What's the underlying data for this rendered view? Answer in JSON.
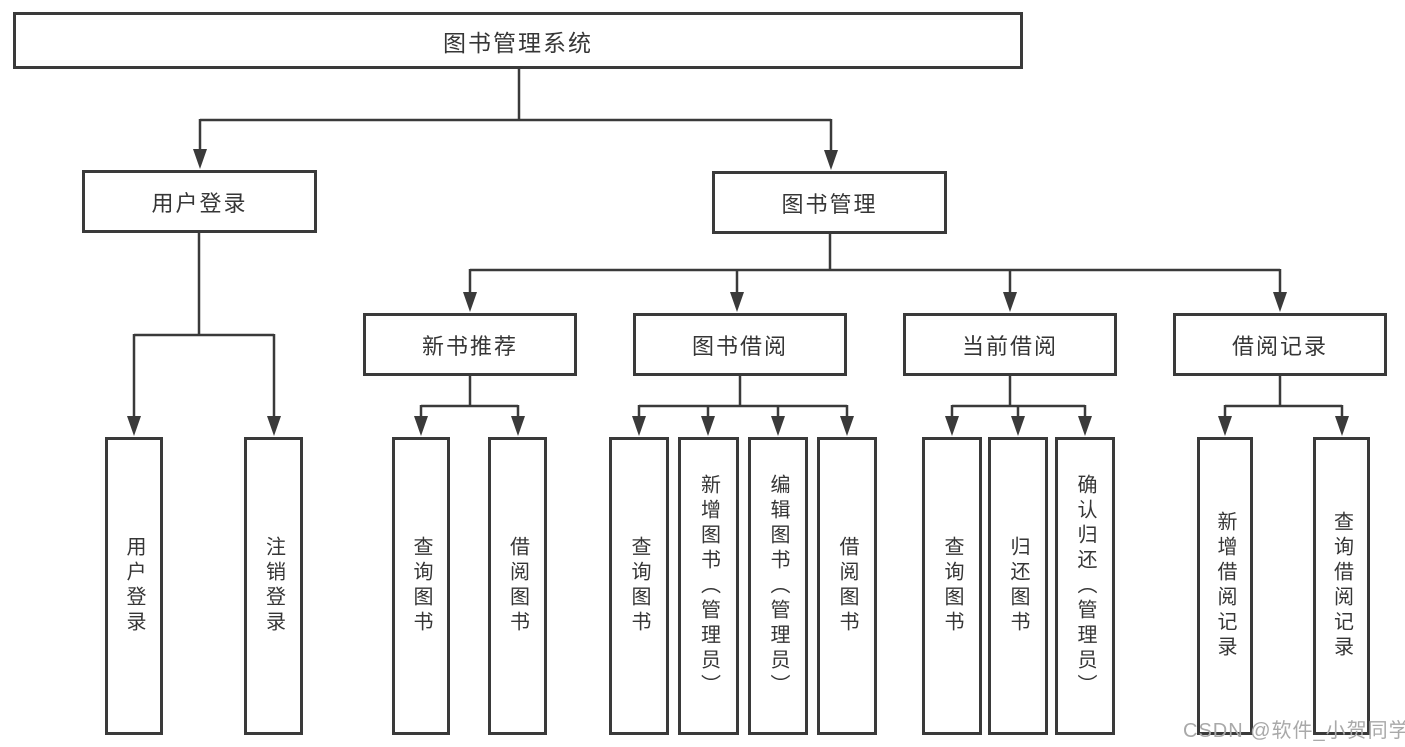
{
  "root": {
    "label": "图书管理系统"
  },
  "user_login": {
    "label": "用户登录",
    "children": [
      {
        "label": "用户登录"
      },
      {
        "label": "注销登录"
      }
    ]
  },
  "book_mgmt": {
    "label": "图书管理",
    "sections": [
      {
        "label": "新书推荐",
        "children": [
          {
            "label": "查询图书"
          },
          {
            "label": "借阅图书"
          }
        ]
      },
      {
        "label": "图书借阅",
        "children": [
          {
            "label": "查询图书"
          },
          {
            "label": "新增图书（管理员）"
          },
          {
            "label": "编辑图书（管理员）"
          },
          {
            "label": "借阅图书"
          }
        ]
      },
      {
        "label": "当前借阅",
        "children": [
          {
            "label": "查询图书"
          },
          {
            "label": "归还图书"
          },
          {
            "label": "确认归还（管理员）"
          }
        ]
      },
      {
        "label": "借阅记录",
        "children": [
          {
            "label": "新增借阅记录"
          },
          {
            "label": "查询借阅记录"
          }
        ]
      }
    ]
  },
  "watermark": {
    "text": "CSDN @软件_小贺同学"
  },
  "colors": {
    "line": "#3a3a3a",
    "box_border": "#3a3a3a",
    "text": "#363636",
    "watermark": "#a9a9a9",
    "background": "#ffffff"
  }
}
